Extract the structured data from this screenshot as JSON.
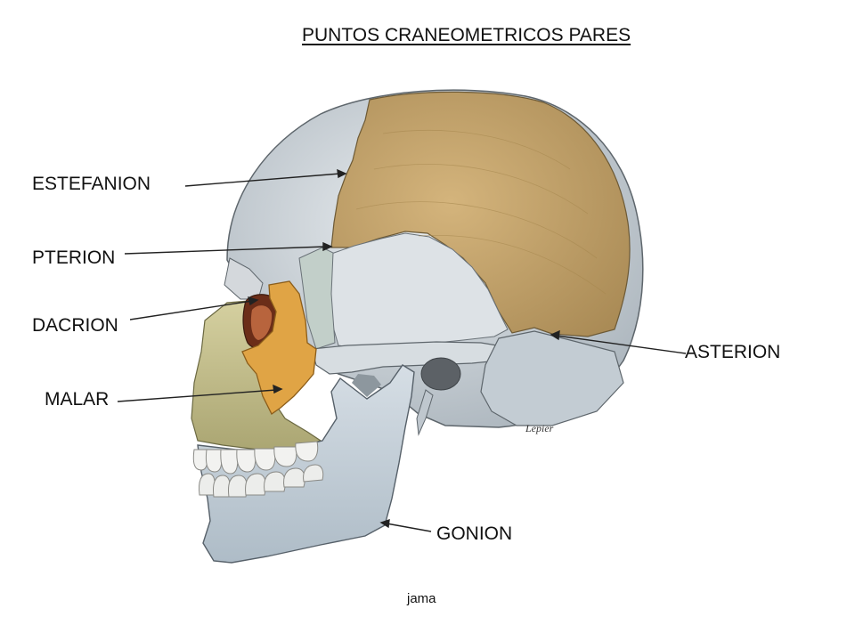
{
  "title": "PUNTOS CRANEOMETRICOS PARES",
  "labels": {
    "estefanion": "ESTEFANION",
    "pterion": "PTERION",
    "dacrion": "DACRION",
    "malar": "MALAR",
    "asterion": "ASTERION",
    "gonion": "GONION"
  },
  "signature": "Lepier",
  "footer": "jama",
  "colors": {
    "parietal": "#c8a469",
    "zygomatic": "#e0a445",
    "maxilla": "#c9c38c",
    "bone": "#d3d9de",
    "mandible": "#c7d3dc",
    "teeth": "#f2f2f0"
  }
}
